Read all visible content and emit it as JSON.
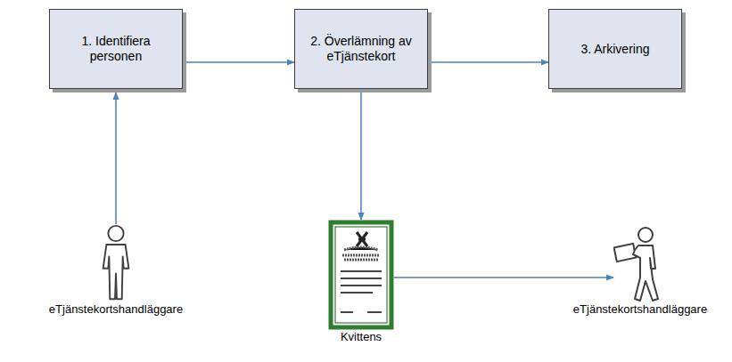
{
  "diagram": {
    "nodes": [
      {
        "text": [
          "1. Identifiera personen"
        ]
      },
      {
        "text": [
          "2. Överlämning av eTjänstekort"
        ]
      },
      {
        "text": [
          "3. Arkivering"
        ]
      },
      {
        "text": [
          "eTjänstekortshandläggare"
        ]
      },
      {
        "text": [
          "Kvittens"
        ]
      },
      {
        "text": [
          "eTjänstekortshandläggare"
        ]
      }
    ],
    "edges": [
      {
        "from": 0,
        "to": 1,
        "arrow": "to"
      },
      {
        "from": 1,
        "to": 2,
        "arrow": "to"
      },
      {
        "from": 3,
        "to": 0,
        "arrow": "to"
      },
      {
        "from": 1,
        "to": 4,
        "arrow": "to"
      },
      {
        "from": 4,
        "to": 5,
        "arrow": "to"
      }
    ]
  }
}
